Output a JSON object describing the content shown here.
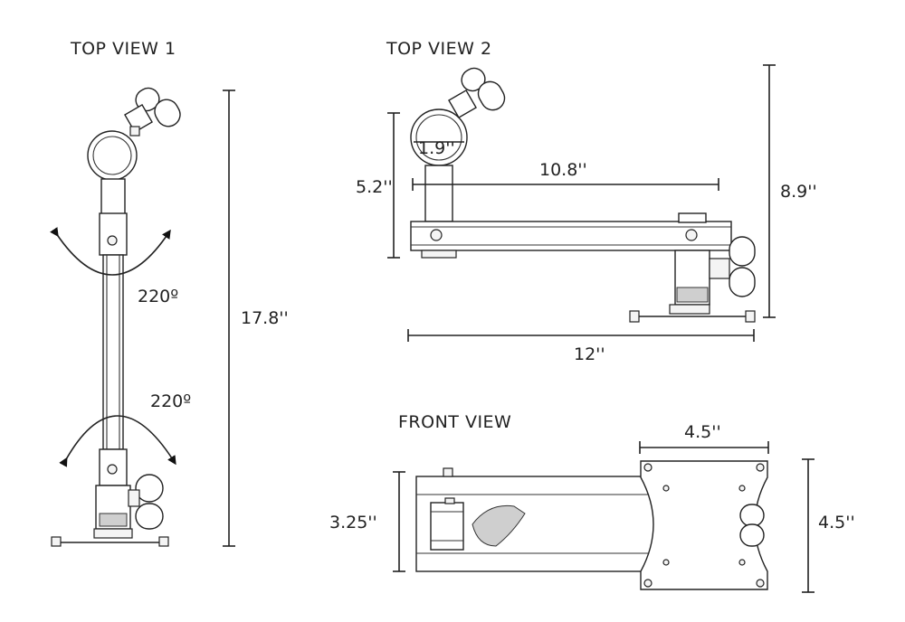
{
  "views": {
    "top1": {
      "title": "TOP VIEW 1",
      "rotation_upper": "220º",
      "rotation_lower": "220º",
      "height_dim": "17.8''"
    },
    "top2": {
      "title": "TOP VIEW 2",
      "diameter_dim": "1.9''",
      "arm_length_dim": "10.8''",
      "left_height_dim": "5.2''",
      "right_height_dim": "8.9''",
      "base_width_dim": "12''"
    },
    "front": {
      "title": "FRONT VIEW",
      "plate_width_dim": "4.5''",
      "arm_height_dim": "3.25''",
      "plate_height_dim": "4.5''"
    }
  }
}
